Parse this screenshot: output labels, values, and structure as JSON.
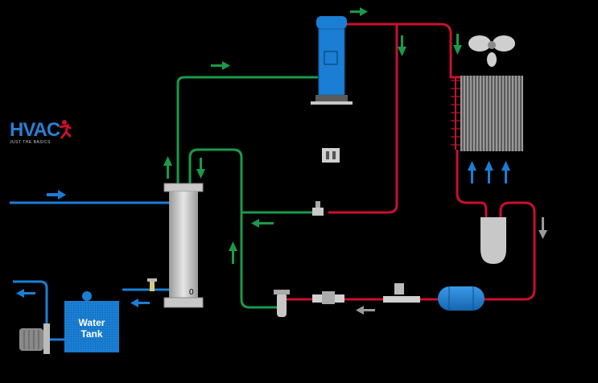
{
  "logo": {
    "text": "HVAC",
    "tagline": "JUST THE BASICS"
  },
  "water_tank": {
    "line1": "Water",
    "line2": "Tank"
  },
  "meter_digit": "0",
  "colors": {
    "hot_refrigerant": "#c8102e",
    "cool_refrigerant": "#1a9a4a",
    "water": "#1a7fd4",
    "component_blue": "#1a7fd4",
    "component_grey": "#c8c8c8",
    "flow_grey": "#9a9a9a"
  }
}
